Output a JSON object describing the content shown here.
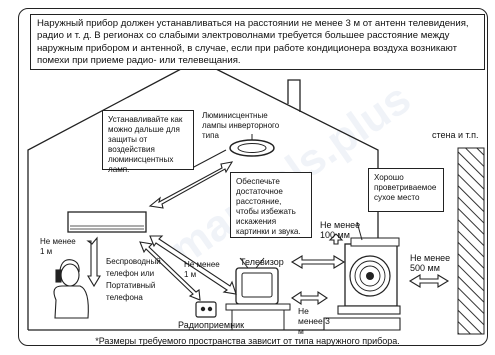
{
  "note_top": "Наружный прибор должен устанавливаться на расстоянии не менее 3 м от антенн телевидения, радио и т. д. В регионах со слабыми электроволнами требуется большее расстояние между наружным прибором и антенной, в случае, если при работе кондиционера воздуха возникают помехи при приеме радио- или телевещания.",
  "box_fluorescent": "Устанавливайте как можно дальше для защиты от воздействия люминисцентных ламп.",
  "label_lamps": "Люминисцентные лампы инверторного типа",
  "box_distance": "Обеспечьте достаточное расстояние, чтобы избежать искажения картинки и звука.",
  "label_wall": "стена и т.п.",
  "box_ventilated": "Хорошо проветриваемое сухое место",
  "label_min_100": "Не менее 100 мм",
  "label_min_500": "Не менее 500 мм",
  "label_min_1m_left": "Не менее 1 м",
  "label_min_1m_mid": "Не менее 1 м",
  "label_min_3m": "Не менее 3 м",
  "label_phone": "Беспроводный телефон или Портативный телефона",
  "label_tv": "Телевизор",
  "label_radio": "Радиоприемник",
  "footer": "*Размеры требуемого пространства зависит от типа наружного прибора.",
  "watermark": "manuals.plus"
}
